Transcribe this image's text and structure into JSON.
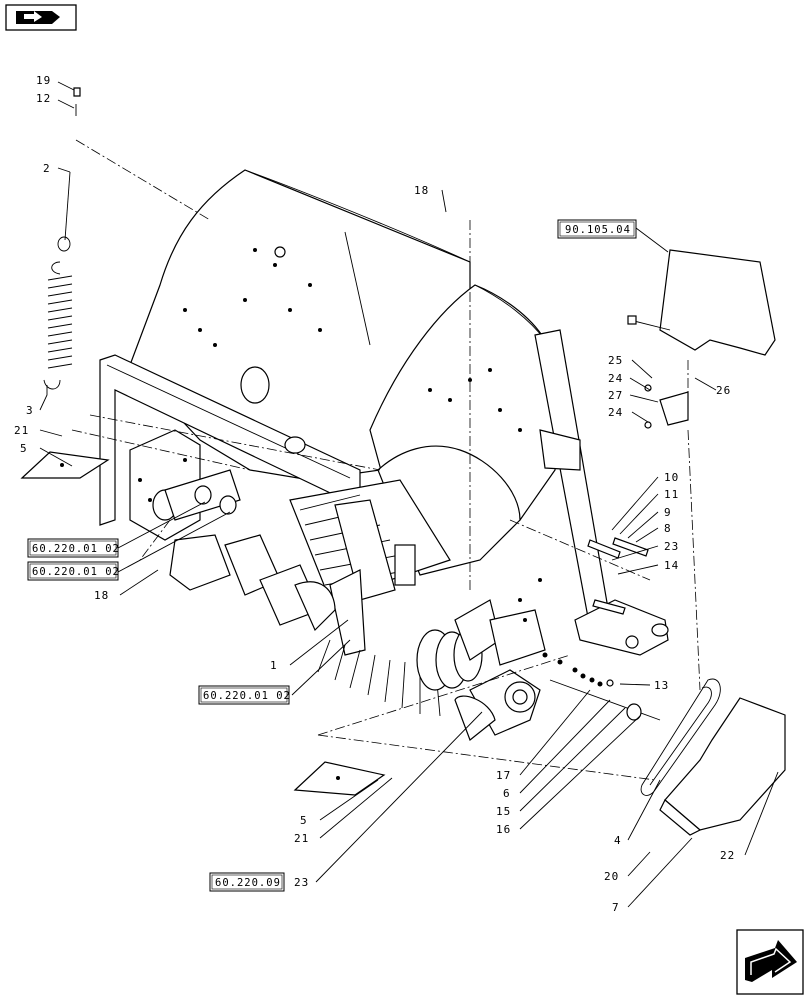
{
  "icons": {
    "top_left": "back-arrow-icon",
    "bottom_right": "next-page-arrow-icon"
  },
  "callouts": {
    "c19": "19",
    "c12": "12",
    "c2": "2",
    "c3": "3",
    "c21_top": "21",
    "c5_top": "5",
    "c18_top": "18",
    "c18_left": "18",
    "c25": "25",
    "c24_a": "24",
    "c27": "27",
    "c24_b": "24",
    "c26": "26",
    "c10": "10",
    "c11": "11",
    "c9": "9",
    "c8": "8",
    "c23_right": "23",
    "c14": "14",
    "c1": "1",
    "c13": "13",
    "c17": "17",
    "c6": "6",
    "c15": "15",
    "c16": "16",
    "c4": "4",
    "c5_bottom": "5",
    "c21_bottom": "21",
    "c23_bottom": "23",
    "c20": "20",
    "c7": "7",
    "c22": "22"
  },
  "references": {
    "r_90_105_04": "90.105.04",
    "r_60_220_01_02_a": "60.220.01 02",
    "r_60_220_01_02_b": "60.220.01 02",
    "r_60_220_01_02_c": "60.220.01 02",
    "r_60_220_09": "60.220.09"
  }
}
